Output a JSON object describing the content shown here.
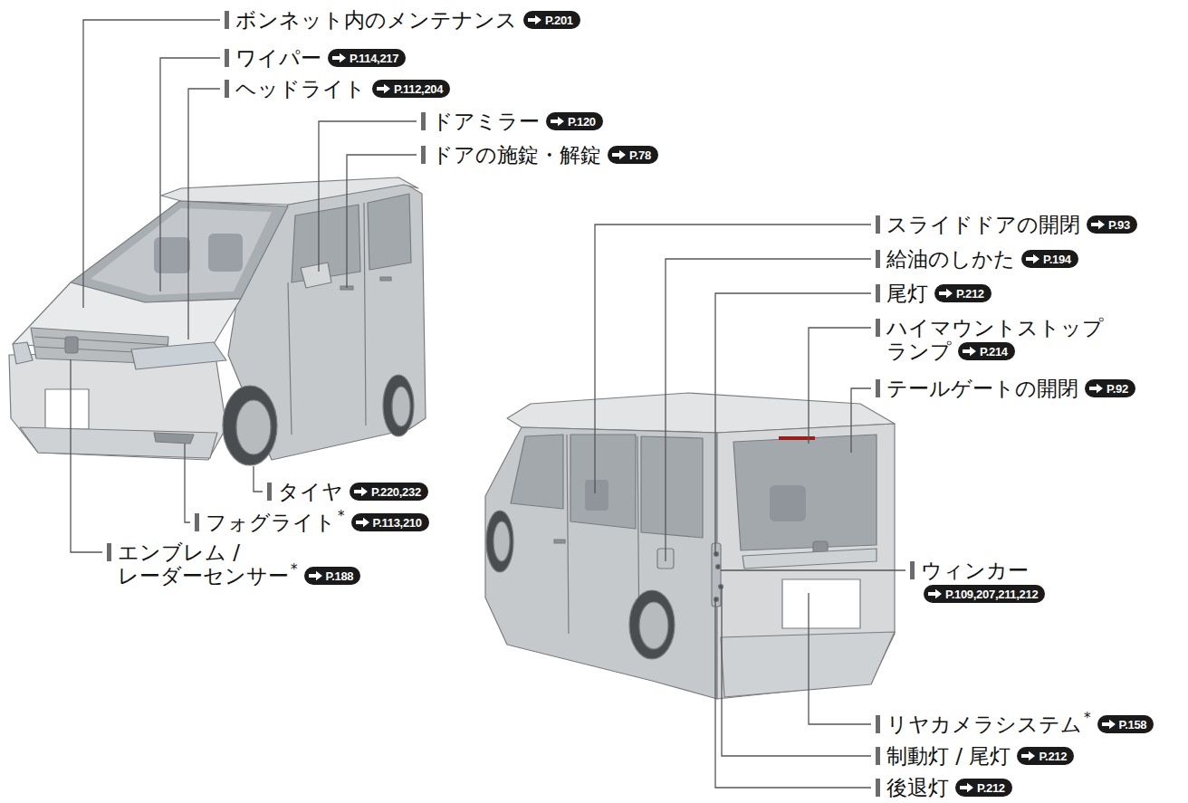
{
  "diagram": {
    "nodes": [
      {
        "text": [
          "P.201"
        ]
      },
      {
        "text": [
          "P.114,217"
        ]
      },
      {
        "text": [
          "P.112,204"
        ]
      },
      {
        "text": [
          "P.120"
        ]
      },
      {
        "text": [
          "P.78"
        ]
      },
      {
        "text": [
          "P.220,232"
        ]
      },
      {
        "text": [
          "P.113,210"
        ]
      },
      {
        "text": [
          "P.188"
        ]
      },
      {
        "text": [
          "P.93"
        ]
      },
      {
        "text": [
          "P.194"
        ]
      },
      {
        "text": [
          "P.212"
        ]
      },
      {
        "text": [
          "P.214"
        ]
      },
      {
        "text": [
          "P.92"
        ]
      },
      {
        "text": [
          "P.109,207,211,212"
        ]
      },
      {
        "text": [
          "P.158"
        ]
      },
      {
        "text": [
          "P.212"
        ]
      },
      {
        "text": [
          "P.212"
        ]
      }
    ],
    "labels": [
      "ボンネット内のメンテナンス",
      "ワイパー",
      "ヘッドライト",
      "ドアミラー",
      "ドアの施錠・解錠",
      "タイヤ",
      "フォグライト",
      "*",
      "エンブレム / レーダーセンサー",
      "*",
      "スライドドアの開閉",
      "給油のしかた",
      "尾灯",
      "ハイマウントストップ ランプ",
      "テールゲートの開閉",
      "ウィンカー",
      "リヤカメラシステム",
      "*",
      "制動灯 / 尾灯",
      "後退灯"
    ]
  }
}
